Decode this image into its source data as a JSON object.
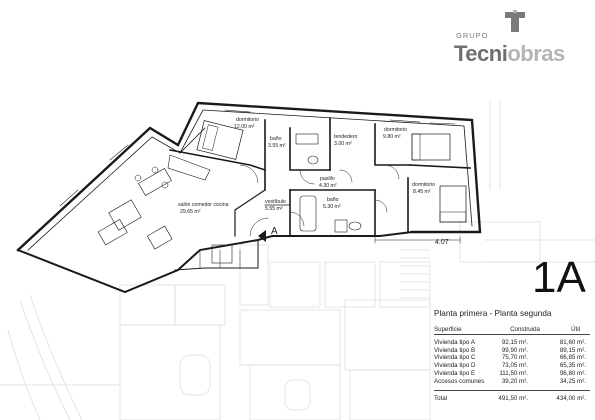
{
  "logo": {
    "group_label": "GRUPO",
    "brand_dark": "Tecni",
    "brand_light": "obras",
    "icon": "building-block-icon"
  },
  "plan": {
    "rooms": [
      {
        "id": "dorm1",
        "name": "dormitorio",
        "area": "12.00 m²"
      },
      {
        "id": "bano1",
        "name": "baño",
        "area": "3.55 m²"
      },
      {
        "id": "tend",
        "name": "tendedero",
        "area": "3.00 m²"
      },
      {
        "id": "dorm2",
        "name": "dormitorio",
        "area": "9.80 m²"
      },
      {
        "id": "pasillo",
        "name": "pasillo",
        "area": "4.30 m²"
      },
      {
        "id": "salon",
        "name": "salón comedor cocina",
        "area": "29.65 m²"
      },
      {
        "id": "vest",
        "name": "vestíbulo",
        "area": "5.55 m²"
      },
      {
        "id": "bano2",
        "name": "baño",
        "area": "5.30 m²"
      },
      {
        "id": "dorm3",
        "name": "dormitorio",
        "area": "8.45 m²"
      }
    ],
    "unit_mark": "A",
    "dimension": "4.07"
  },
  "unit_code": "1A",
  "subtitle": "Planta primera - Planta segunda",
  "table": {
    "headers": [
      "Superficie",
      "Construida",
      "Útil"
    ],
    "rows": [
      [
        "Vivienda tipo A",
        "92,15 m².",
        "81,60 m²."
      ],
      [
        "Vivienda tipo B",
        "99,90 m².",
        "89,15 m²."
      ],
      [
        "Vivienda tipo C",
        "75,70 m².",
        "66,85 m²."
      ],
      [
        "Vivienda tipo D",
        "73,05 m².",
        "65,35 m²."
      ],
      [
        "Vivienda tipo E",
        "111,50 m².",
        "96,80 m²."
      ],
      [
        "Accesos comunes",
        "39,20 m².",
        "34,25 m²."
      ]
    ],
    "total": [
      "Total",
      "491,50 m².",
      "434,00 m²."
    ]
  },
  "colors": {
    "line": "#1a1a1a",
    "ghost": "#d9d9d9",
    "logo_dark": "#6f6f6f",
    "logo_light": "#b5b5b5"
  }
}
